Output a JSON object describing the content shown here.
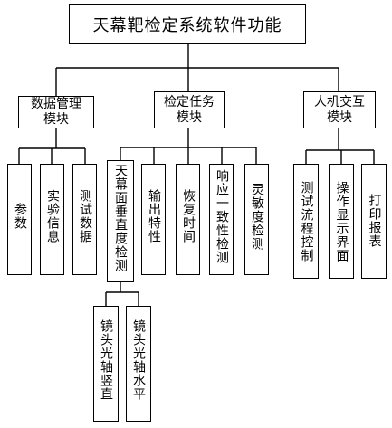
{
  "title": "天幕靶检定系统软件功能",
  "modules": [
    {
      "label": "数据管理模块",
      "items": [
        "参数",
        "实验信息",
        "测试数据"
      ]
    },
    {
      "label": "检定任务模块",
      "items": [
        "天幕面垂直度检测",
        "输出特性",
        "恢复时间",
        "响应一致性检测",
        "灵敏度检测"
      ],
      "subitems": [
        "镜头光轴竖直",
        "镜头光轴水平"
      ]
    },
    {
      "label": "人机交互模块",
      "items": [
        "测试流程控制",
        "操作显示界面",
        "打印报表"
      ]
    }
  ]
}
